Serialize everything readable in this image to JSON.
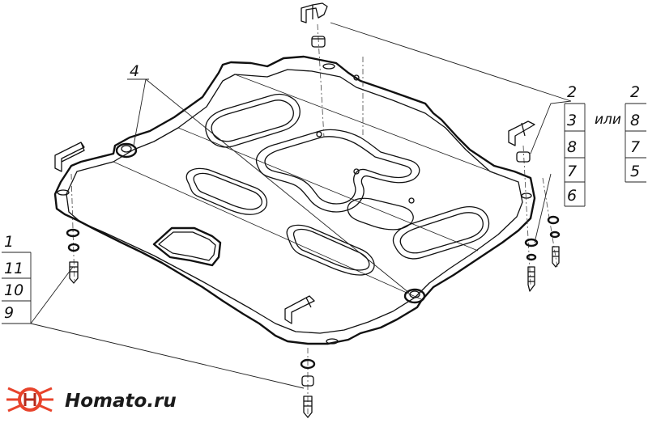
{
  "callouts": {
    "left_stack": [
      "1",
      "11",
      "10",
      "9"
    ],
    "center_label": "4",
    "right_stack": [
      "2",
      "3",
      "8",
      "7",
      "6"
    ],
    "alt_word": "или",
    "alt_stack": [
      "2",
      "8",
      "7",
      "5"
    ]
  },
  "logo": {
    "text": "Homato.ru",
    "colors": {
      "ring": "#e8432b",
      "ring_dark": "#b5281a",
      "text": "#1a1a1a"
    }
  }
}
